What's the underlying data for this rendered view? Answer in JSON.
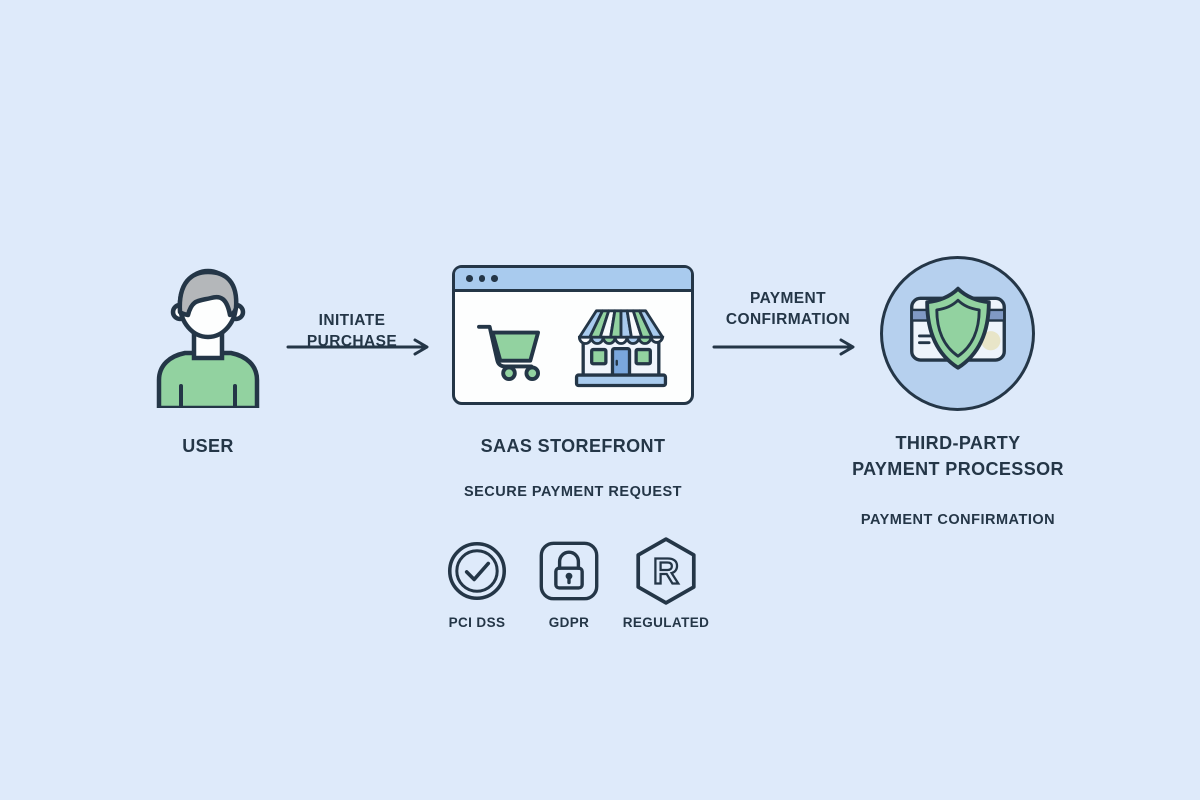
{
  "diagram": {
    "user": {
      "label": "USER"
    },
    "storefront": {
      "label": "SAAS STOREFRONT",
      "request_label": "SECURE PAYMENT REQUEST"
    },
    "processor": {
      "label_lines": [
        "THIRD-PARTY",
        "PAYMENT PROCESSOR"
      ],
      "confirmation_label": "PAYMENT CONFIRMATION"
    },
    "arrows": {
      "initiate": {
        "label": "INITIATE PURCHASE",
        "direction": "right"
      },
      "confirm": {
        "label_lines": [
          "PAYMENT",
          "CONFIRMATION"
        ],
        "direction": "right"
      }
    },
    "badges": [
      {
        "id": "pci-dss",
        "label": "PCI DSS",
        "icon": "check-circle-icon"
      },
      {
        "id": "gdpr",
        "label": "GDPR",
        "icon": "padlock-icon"
      },
      {
        "id": "regulated",
        "label": "REGULATED",
        "icon": "hexagon-r-icon"
      }
    ],
    "regulated_letter": "R"
  },
  "colors": {
    "background": "#deeafa",
    "outline": "#243647",
    "text": "#243647",
    "green": "#92d2a0",
    "light_blue": "#a9cbee",
    "door_blue": "#7aa7dd",
    "processor_circle_fill": "#b6d0ee",
    "card_fill": "#eef4fb",
    "card_stripe": "#8099c4",
    "card_chip_circle": "#e8e5c8",
    "hair_gray": "#b4b7ba",
    "white": "#fdfefe"
  }
}
